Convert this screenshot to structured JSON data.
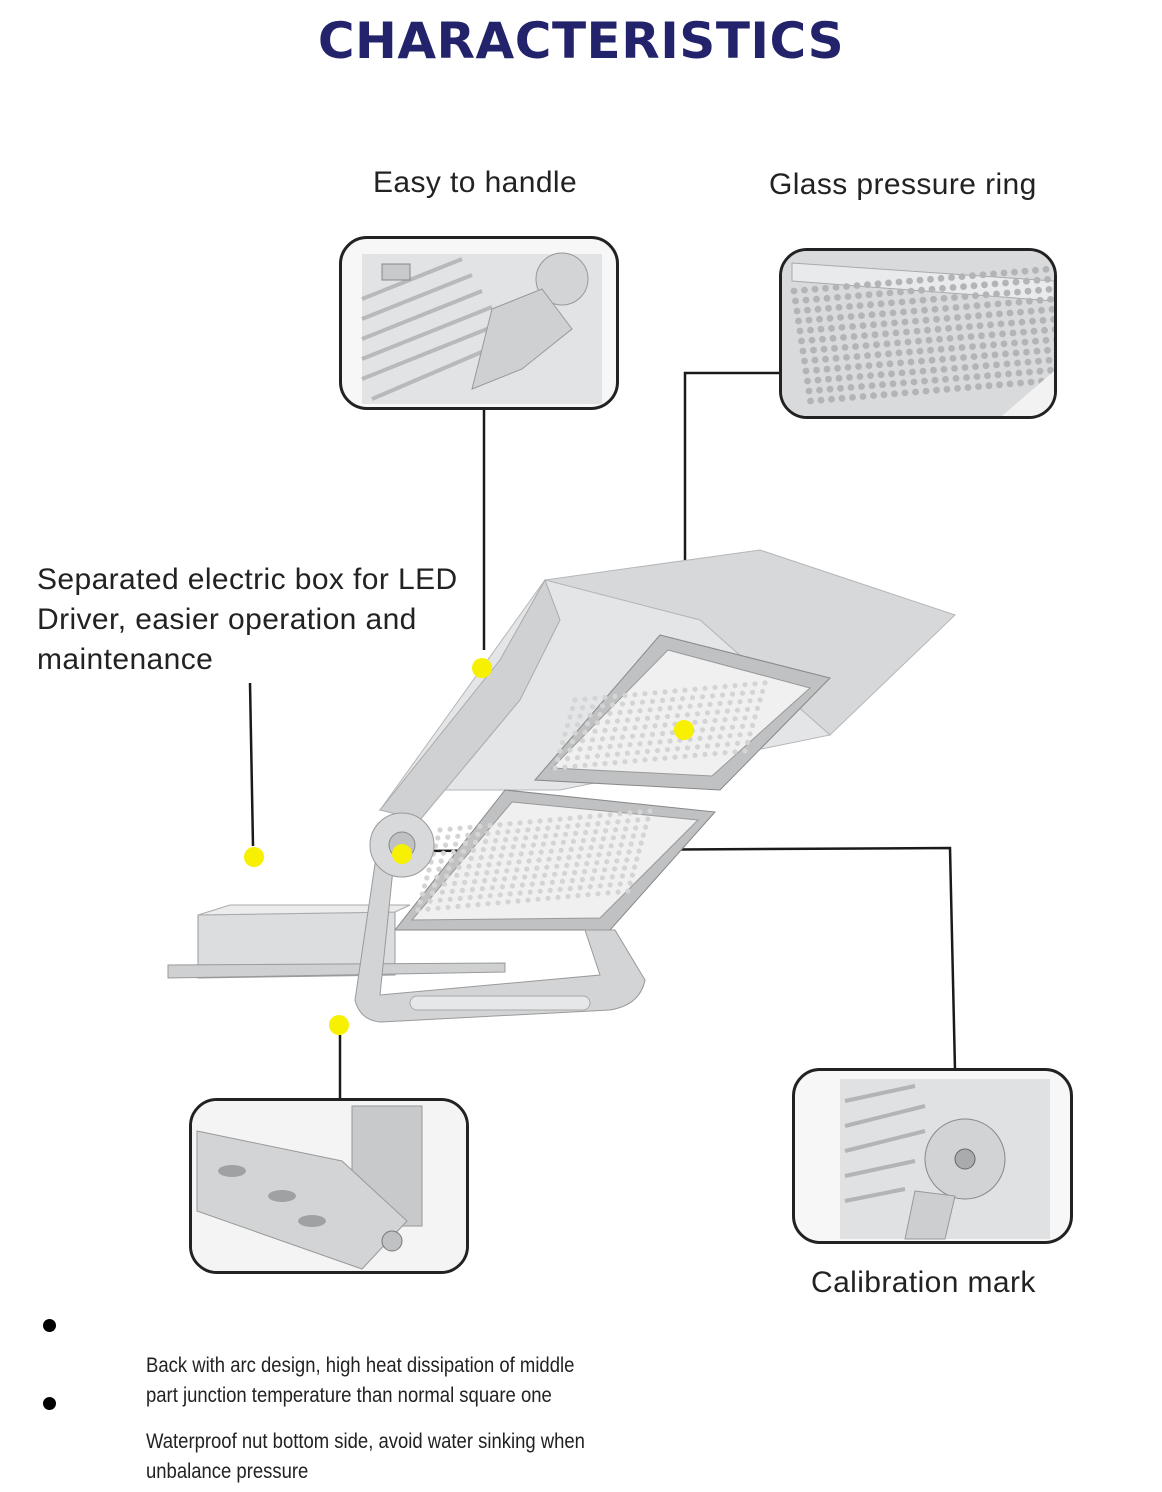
{
  "title": "CHARACTERISTICS",
  "callouts": {
    "easy_handle": "Easy to handle",
    "glass_ring": "Glass pressure ring",
    "electric_box": "Separated electric box for LED Driver, easier operation and maintenance",
    "calibration": "Calibration mark"
  },
  "notes": [
    "Back with arc design, high heat dissipation of middle part junction temperature than normal square one",
    "Waterproof nut bottom side, avoid water sinking when unbalance pressure"
  ],
  "colors": {
    "title": "#23236b",
    "marker": "#f7f000",
    "fixture": "#c9cbcd",
    "line": "#1a1a1a"
  }
}
